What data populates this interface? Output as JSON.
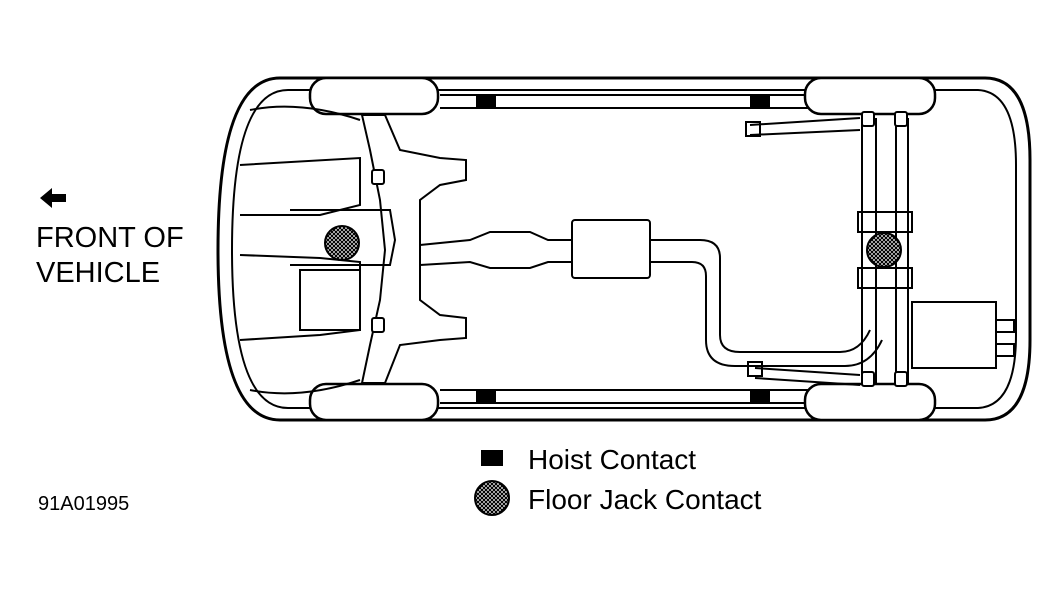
{
  "direction_label": {
    "line1": "FRONT OF",
    "line2": "VEHICLE"
  },
  "legend": {
    "hoist": "Hoist Contact",
    "floor_jack": "Floor Jack Contact"
  },
  "figure_id": "91A01995",
  "icons": {
    "direction_arrow": "arrow-left-icon",
    "hoist_marker": "filled-square-icon",
    "jack_marker": "crosshatched-circle-icon"
  },
  "colors": {
    "line": "#000000",
    "background": "#ffffff"
  }
}
